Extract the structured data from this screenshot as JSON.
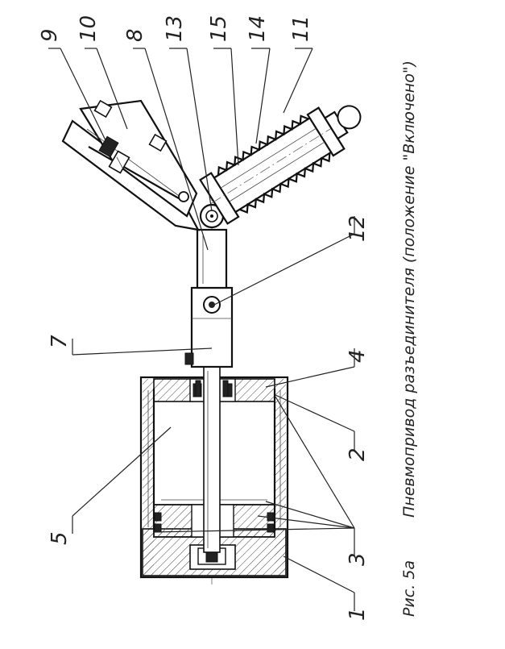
{
  "figure": {
    "caption": "Рис. 5а",
    "title": "Пневмопривод разъединителя (положение \"Включено\")"
  },
  "callouts": {
    "c1": "1",
    "c2": "2",
    "c3": "3",
    "c4": "4",
    "c5": "5",
    "c7": "7",
    "c8": "8",
    "c9": "9",
    "c10": "10",
    "c11": "11",
    "c12": "12",
    "c13": "13",
    "c14": "14",
    "c15": "15"
  }
}
